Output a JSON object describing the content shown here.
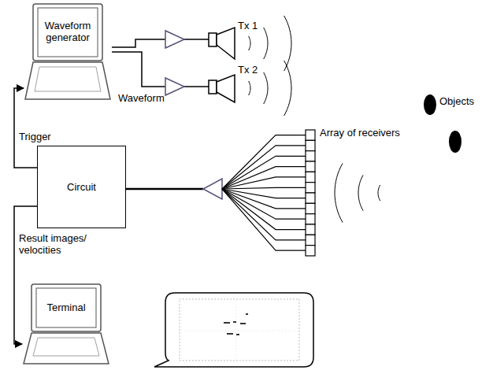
{
  "diagram": {
    "nodes": [
      {
        "text": [
          "Waveform generator"
        ]
      },
      {
        "text": [
          "Circuit"
        ]
      },
      {
        "text": [
          "Terminal"
        ]
      }
    ],
    "edges": [
      {
        "from": 1,
        "to": 0,
        "arrow": "to",
        "label": "Trigger"
      },
      {
        "from": 1,
        "to": 2,
        "arrow": "to",
        "label": "Result images/ velocities"
      }
    ],
    "labels": [
      "Waveform",
      "Tx 1",
      "Tx 2",
      "Objects",
      "Array of receivers"
    ]
  }
}
